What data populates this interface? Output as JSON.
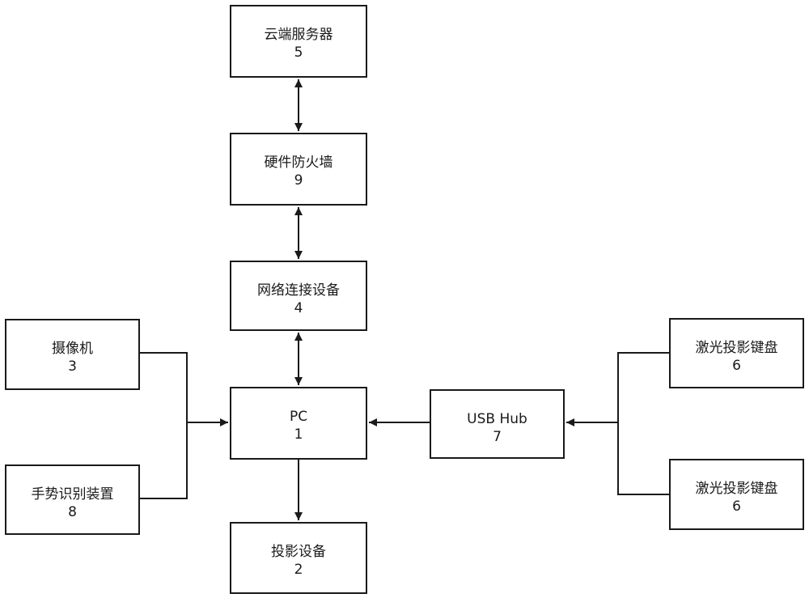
{
  "nodes": {
    "cloud_server": {
      "label": "云端服务器",
      "number": "5"
    },
    "firewall": {
      "label": "硬件防火墙",
      "number": "9"
    },
    "network_device": {
      "label": "网络连接设备",
      "number": "4"
    },
    "pc": {
      "label": "PC",
      "number": "1"
    },
    "projector": {
      "label": "投影设备",
      "number": "2"
    },
    "camera": {
      "label": "摄像机",
      "number": "3"
    },
    "gesture": {
      "label": "手势识别装置",
      "number": "8"
    },
    "usb_hub": {
      "label": "USB Hub",
      "number": "7"
    },
    "keyboard_top": {
      "label": "激光投影键盘",
      "number": "6"
    },
    "keyboard_bottom": {
      "label": "激光投影键盘",
      "number": "6"
    }
  },
  "edges": [
    {
      "from": "cloud_server",
      "to": "firewall",
      "direction": "both"
    },
    {
      "from": "firewall",
      "to": "network_device",
      "direction": "both"
    },
    {
      "from": "network_device",
      "to": "pc",
      "direction": "both"
    },
    {
      "from": "camera",
      "to": "pc",
      "direction": "forward"
    },
    {
      "from": "gesture",
      "to": "pc",
      "direction": "forward"
    },
    {
      "from": "usb_hub",
      "to": "pc",
      "direction": "forward"
    },
    {
      "from": "keyboard_top",
      "to": "usb_hub",
      "direction": "forward"
    },
    {
      "from": "keyboard_bottom",
      "to": "usb_hub",
      "direction": "forward"
    },
    {
      "from": "pc",
      "to": "projector",
      "direction": "forward"
    }
  ],
  "colors": {
    "stroke": "#1a1a1a",
    "background": "#ffffff"
  }
}
